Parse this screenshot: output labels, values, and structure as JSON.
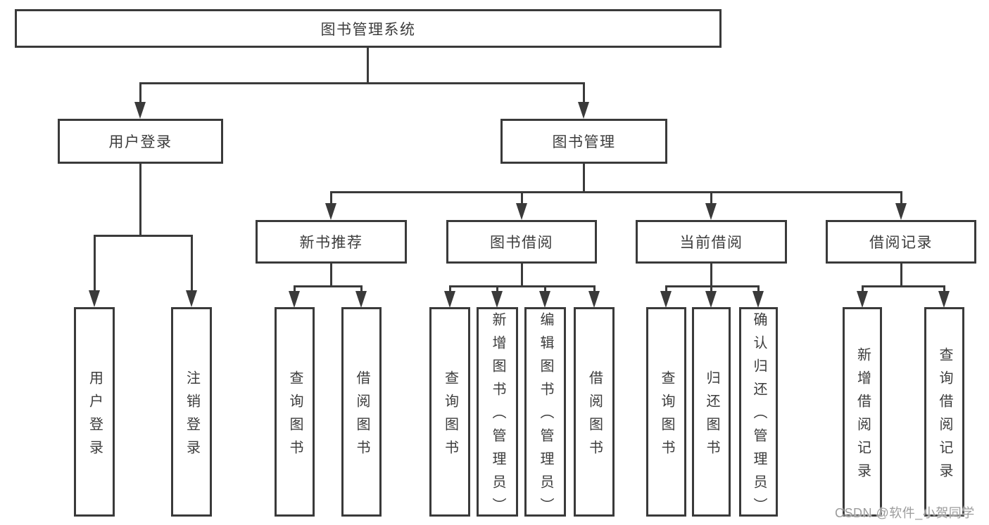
{
  "page": {
    "background": "#ffffff"
  },
  "colors": {
    "line": "#3a3a3a",
    "text": "#3c3c3c",
    "box_fill": "#ffffff",
    "watermark": "#9c9c9c"
  },
  "watermark": {
    "text": "CSDN @软件_小贺同学"
  },
  "tree": {
    "root": {
      "label": "图书管理系统"
    },
    "branches": [
      {
        "label": "用户登录",
        "children": [
          {
            "label": "用户登录"
          },
          {
            "label": "注销登录"
          }
        ]
      },
      {
        "label": "图书管理",
        "children": [
          {
            "label": "新书推荐",
            "children": [
              {
                "label": "查询图书"
              },
              {
                "label": "借阅图书"
              }
            ]
          },
          {
            "label": "图书借阅",
            "children": [
              {
                "label": "查询图书"
              },
              {
                "label": "新增图书（管理员）"
              },
              {
                "label": "编辑图书（管理员）"
              },
              {
                "label": "借阅图书"
              }
            ]
          },
          {
            "label": "当前借阅",
            "children": [
              {
                "label": "查询图书"
              },
              {
                "label": "归还图书"
              },
              {
                "label": "确认归还（管理员）"
              }
            ]
          },
          {
            "label": "借阅记录",
            "children": [
              {
                "label": "新增借阅记录"
              },
              {
                "label": "查询借阅记录"
              }
            ]
          }
        ]
      }
    ]
  }
}
